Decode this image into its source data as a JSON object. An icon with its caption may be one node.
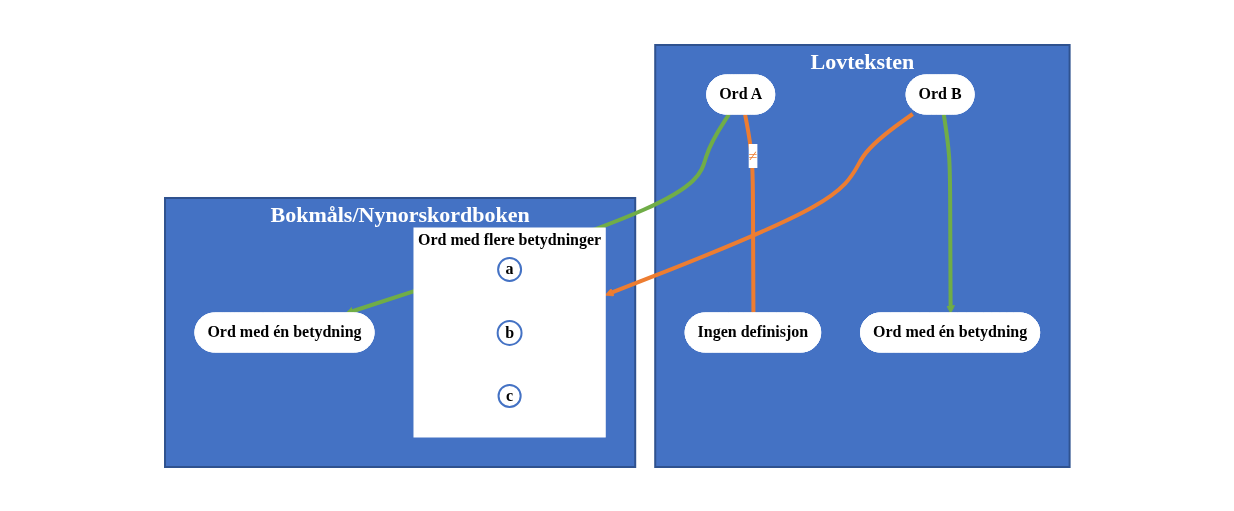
{
  "diagram": {
    "nodes": [
      {
        "text": [
          "Lovteksten"
        ]
      },
      {
        "text": [
          "Ord A"
        ],
        "in": 0
      },
      {
        "text": [
          "Ingen definisjon"
        ],
        "in": 0
      },
      {
        "text": [
          "Ord B"
        ],
        "in": 0
      },
      {
        "text": [
          "Ord med én betydning"
        ],
        "in": 0
      },
      {
        "text": [
          "Bokmåls/Nynorskordboken"
        ]
      },
      {
        "text": [
          "Ord med én betydning"
        ],
        "in": 5
      },
      {
        "text": [
          "Ord med flere betydninger"
        ],
        "in": 5
      },
      {
        "text": [
          "a"
        ],
        "in": 7
      },
      {
        "text": [
          "b"
        ],
        "in": 7
      },
      {
        "text": [
          "c"
        ],
        "in": 7
      }
    ],
    "edges": [
      {
        "from": 1,
        "to": 2,
        "arrow": "none",
        "label": "≠",
        "color": "#ed7d31"
      },
      {
        "from": 1,
        "to": 6,
        "arrow": "to",
        "color": "#70ad47"
      },
      {
        "from": 3,
        "to": 4,
        "arrow": "to",
        "color": "#70ad47"
      },
      {
        "from": 3,
        "to": 7,
        "arrow": "to",
        "color": "#ed7d31"
      }
    ]
  }
}
